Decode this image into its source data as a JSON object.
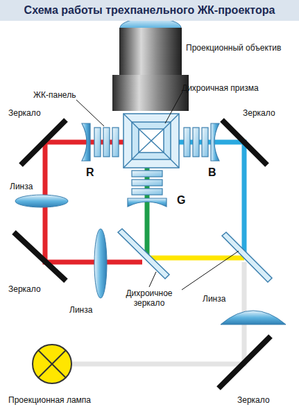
{
  "diagram": {
    "title": "Схема работы трехпанельного ЖК-проектора",
    "labels": [
      "Проекционный объектив",
      "ЖК-панель",
      "Дихроичная призма",
      "Зеркало",
      "Зеркало",
      "R",
      "B",
      "Линза",
      "G",
      "Зеркало",
      "Линза",
      "Дихроичное зеркало",
      "Линза",
      "Зеркало",
      "Проекционная лампа"
    ]
  }
}
